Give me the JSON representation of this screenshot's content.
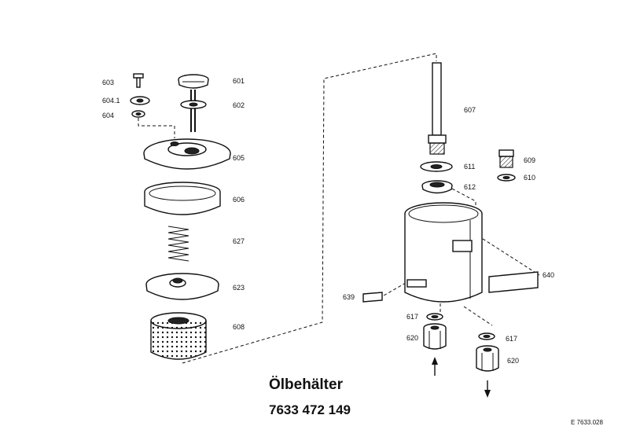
{
  "title": "Ölbehälter",
  "part_number": "7633 472 149",
  "reference": "E 7633.028",
  "labels": {
    "p601": "601",
    "p602": "602",
    "p603": "603",
    "p604_1": "604.1",
    "p604": "604",
    "p605": "605",
    "p606": "606",
    "p627": "627",
    "p623": "623",
    "p608": "608",
    "p607": "607",
    "p611": "611",
    "p612": "612",
    "p609": "609",
    "p610": "610",
    "p640": "640",
    "p639": "639",
    "p617a": "617",
    "p620a": "620",
    "p617b": "617",
    "p620b": "620"
  }
}
